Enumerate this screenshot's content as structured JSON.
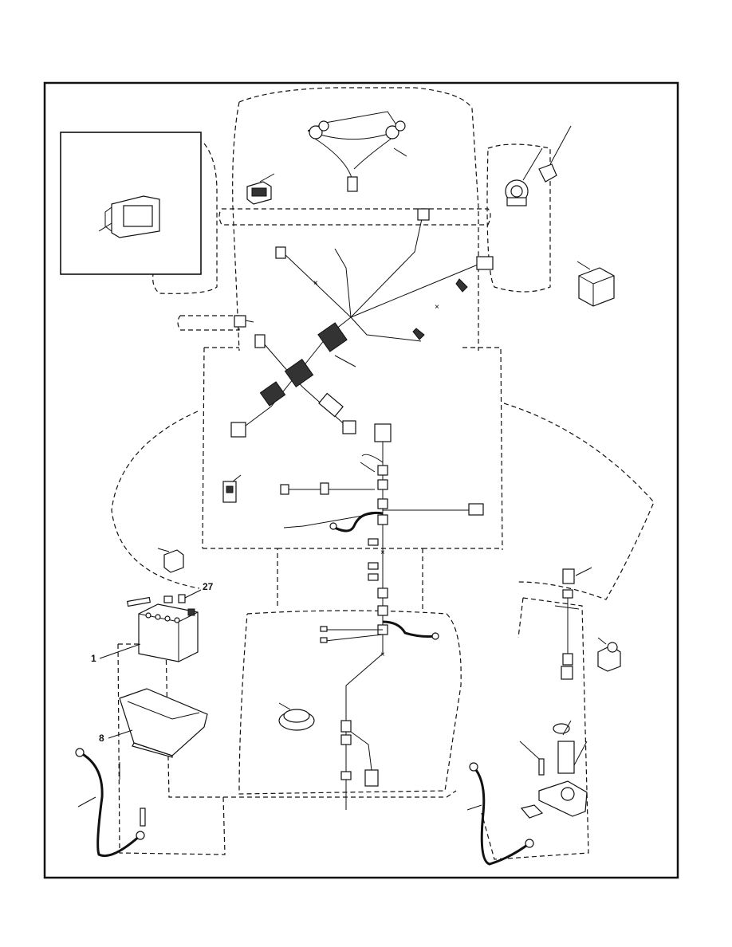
{
  "callouts": {
    "battery": "1",
    "battery_box": "8",
    "bolt": "27"
  }
}
